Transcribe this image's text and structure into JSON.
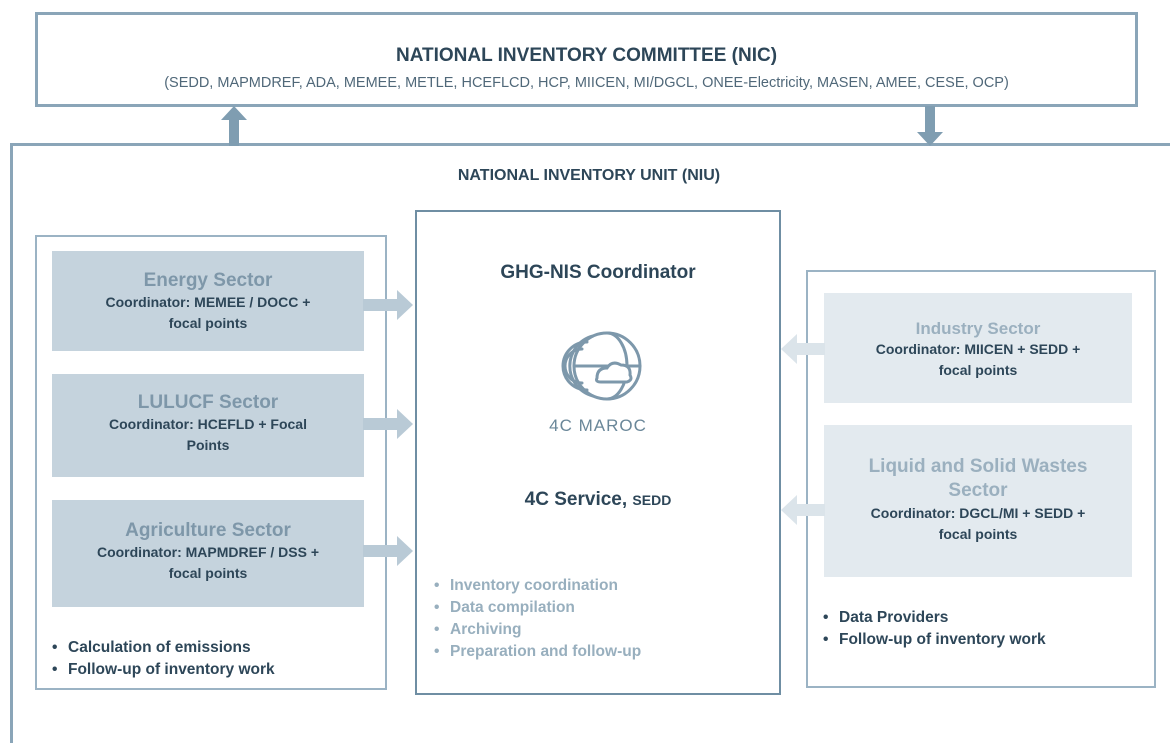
{
  "nic": {
    "title": "NATIONAL INVENTORY COMMITTEE (NIC)",
    "members": "(SEDD, MAPMDREF, ADA, MEMEE, METLE, HCEFLCD, HCP, MIICEN, MI/DGCL, ONEE-Electricity, MASEN, AMEE, CESE, OCP)"
  },
  "niu": {
    "title": "NATIONAL INVENTORY UNIT (NIU)"
  },
  "left": {
    "sectors": [
      {
        "name": "Energy Sector",
        "coord_line1": "Coordinator: MEMEE / DOCC +",
        "coord_line2": "focal points"
      },
      {
        "name": "LULUCF Sector",
        "coord_line1": "Coordinator: HCEFLD + Focal",
        "coord_line2": "Points"
      },
      {
        "name": "Agriculture Sector",
        "coord_line1": "Coordinator: MAPMDREF / DSS +",
        "coord_line2": "focal points"
      }
    ],
    "bullets": [
      "Calculation of emissions",
      "Follow-up of inventory work"
    ]
  },
  "center": {
    "title": "GHG-NIS Coordinator",
    "logo_text": "4C MAROC",
    "service_name": "4C Service, ",
    "service_unit": "SEDD",
    "bullets": [
      "Inventory coordination",
      "Data compilation",
      "Archiving",
      "Preparation and follow-up"
    ]
  },
  "right": {
    "sectors": [
      {
        "name_line1": "Industry Sector",
        "name_line2": "",
        "coord_line1": "Coordinator: MIICEN + SEDD +",
        "coord_line2": "focal points"
      },
      {
        "name_line1": "Liquid and Solid Wastes",
        "name_line2": "Sector",
        "coord_line1": "Coordinator: DGCL/MI + SEDD +",
        "coord_line2": "focal points"
      }
    ],
    "bullets": [
      "Data Providers",
      "Follow-up of inventory work"
    ]
  },
  "colors": {
    "frame": "#8aa5b8",
    "dark_text": "#2d4658",
    "sector_fill_left": "#c5d3dd",
    "sector_fill_right": "#e3eaef",
    "arrow_left_side": "#b9cad6",
    "arrow_right_side": "#dbe4ea",
    "arrow_nic": "#7f9db1"
  }
}
